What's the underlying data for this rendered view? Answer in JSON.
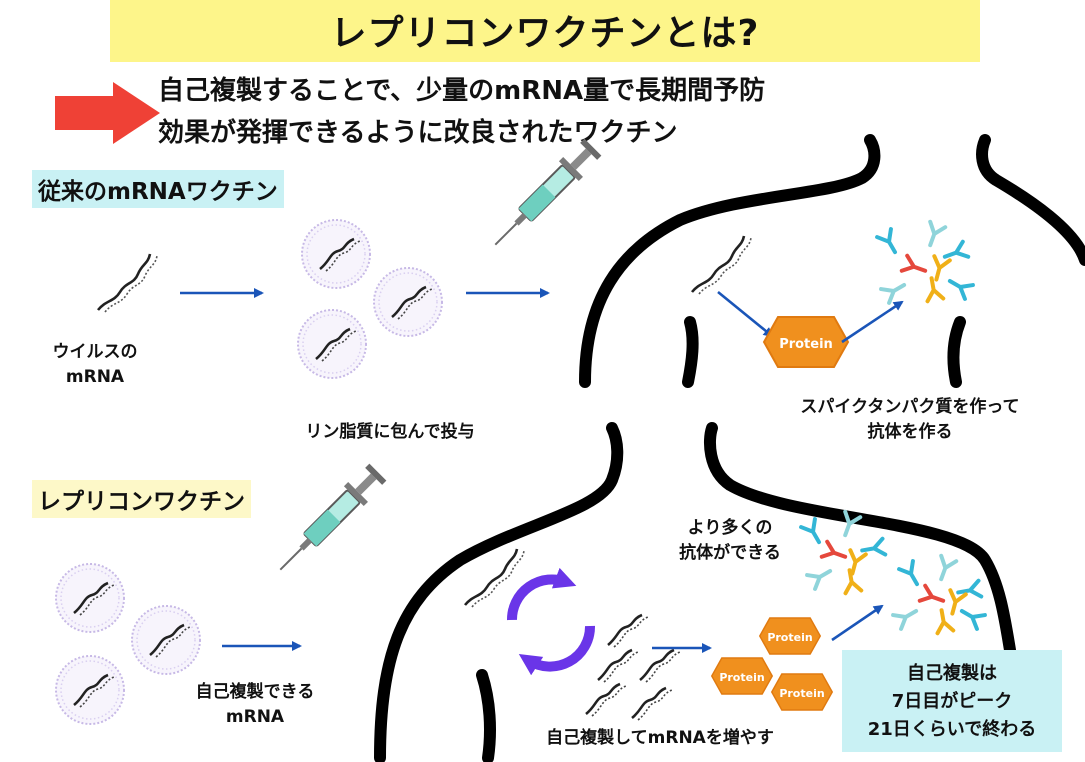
{
  "title": "レプリコンワクチンとは?",
  "lead": {
    "line1": "自己複製することで、少量のmRNA量で長期間予防",
    "line2": "効果が発揮できるように改良されたワクチン"
  },
  "sections": {
    "conventional": {
      "heading": "従来のmRNAワクチン",
      "virus_label_1": "ウイルスの",
      "virus_label_2": "mRNA",
      "lipid_label": "リン脂質に包んで投与",
      "spike_label_1": "スパイクタンパク質を作って",
      "spike_label_2": "抗体を作る",
      "protein": "Protein"
    },
    "replicon": {
      "heading": "レプリコンワクチン",
      "self_label_1": "自己複製できる",
      "self_label_2": "mRNA",
      "more_label_1": "より多くの",
      "more_label_2": "抗体ができる",
      "increase_label": "自己複製してmRNAを増やす",
      "protein": "Protein",
      "info_1": "自己複製は",
      "info_2": "7日目がピーク",
      "info_3": "21日くらいで終わる"
    }
  },
  "colors": {
    "title_bg": "#fdf58a",
    "red_arrow": "#ef4136",
    "section1_bg": "#c9f1f4",
    "section2_bg": "#fdf8c8",
    "blue_arrow": "#1a55b8",
    "protein": "#f0901e",
    "cycle": "#6a35e8",
    "info_bg": "#c9f1f4"
  }
}
